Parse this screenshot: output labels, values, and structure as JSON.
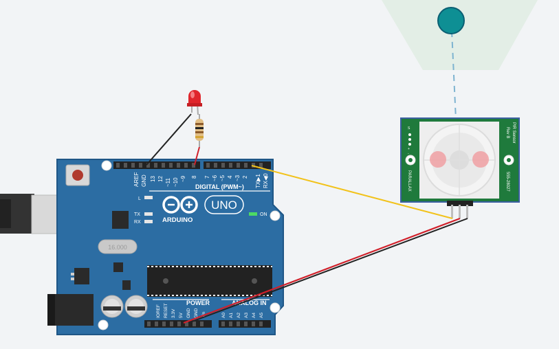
{
  "colors": {
    "canvas": "#f2f4f6",
    "board": "#2c6da3",
    "board_edge": "#1f5686",
    "sensor_board": "#1f7a3c",
    "detection_zone": "#e6efe8",
    "target": "#0e8f94",
    "wire_black": "#222222",
    "wire_red": "#d0202a",
    "wire_yellow": "#f2c21a",
    "led": "#e0262c"
  },
  "arduino": {
    "header_top_labels": [
      "AREF",
      "GND",
      "13",
      "12",
      "~11",
      "~10",
      "~9",
      "8",
      "7",
      "~6",
      "~5",
      "4",
      "~3",
      "2",
      "TX▶1",
      "RX◀0"
    ],
    "digital_label": "DIGITAL (PWM~)",
    "l_label": "L",
    "tx_label": "TX",
    "rx_label": "RX",
    "on_label": "ON",
    "brand": "ARDUINO",
    "model": "UNO",
    "power_label": "POWER",
    "analog_label": "ANALOG IN",
    "power_pins": [
      "IOREF",
      "RESET",
      "3.3V",
      "5V",
      "GND",
      "GND",
      "Vin"
    ],
    "analog_pins": [
      "A0",
      "A1",
      "A2",
      "A3",
      "A4",
      "A5"
    ],
    "crystal_text": "16.000"
  },
  "pir": {
    "title": "PIR Sensor",
    "rev": "Rev B",
    "brand": "PARALLAX",
    "part": "555-28027",
    "pins": [
      "S",
      "+",
      "-"
    ]
  }
}
